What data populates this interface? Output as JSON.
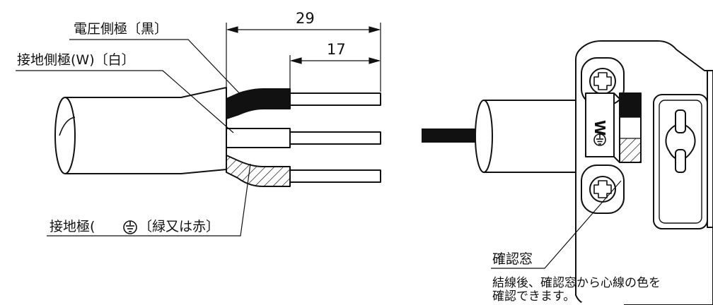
{
  "labels": {
    "voltage_pole": "電圧側極〔黒〕",
    "ground_side_pole": "接地側極(W)〔白〕",
    "ground_pole_prefix": "接地極(",
    "ground_pole_suffix": "〔緑又は赤〕",
    "check_window": "確認窓",
    "check_note_line1": "結線後、確認窓から心線の色を",
    "check_note_line2": "確認できます。"
  },
  "dimensions": {
    "strip_total": "29",
    "strip_core": "17"
  },
  "connector": {
    "terminal_mark": "W"
  },
  "colors": {
    "ink": "#111111",
    "background": "#ffffff"
  },
  "icons": [
    "ground-symbol-icon",
    "screw-icon",
    "arrow-right-icon"
  ]
}
